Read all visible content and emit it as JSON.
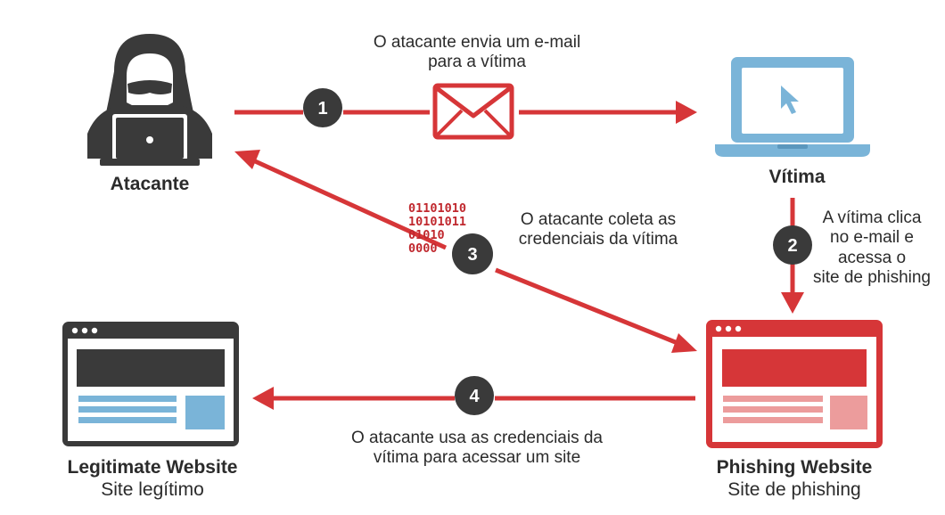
{
  "nodes": {
    "attacker": {
      "title": "Atacante",
      "icon": "hacker-laptop-icon"
    },
    "victim": {
      "title": "Vítima",
      "icon": "laptop-cursor-icon"
    },
    "legit": {
      "title": "Legitimate Website",
      "subtitle": "Site legítimo",
      "icon": "browser-window-icon"
    },
    "phishing": {
      "title": "Phishing Website",
      "subtitle": "Site de phishing",
      "icon": "phishing-browser-window-icon"
    }
  },
  "steps": [
    {
      "number": "1",
      "lines": [
        "O atacante envia um e-mail",
        "para a vítima"
      ]
    },
    {
      "number": "2",
      "lines": [
        "A vítima clica",
        "no e-mail e",
        "acessa o",
        "site de phishing"
      ]
    },
    {
      "number": "3",
      "lines": [
        "O atacante coleta as",
        "credenciais da vítima"
      ]
    },
    {
      "number": "4",
      "lines": [
        "O atacante usa as credenciais da",
        "vítima para acessar um site"
      ]
    }
  ],
  "binary": [
    "01101010",
    "10101011",
    "01010",
    "0000"
  ],
  "colors": {
    "arrow": "#d63638",
    "dark": "#3a3a3a",
    "victim": "#7ab4d8",
    "phish": "#d63638",
    "legitAccent": "#7ab4d8"
  }
}
